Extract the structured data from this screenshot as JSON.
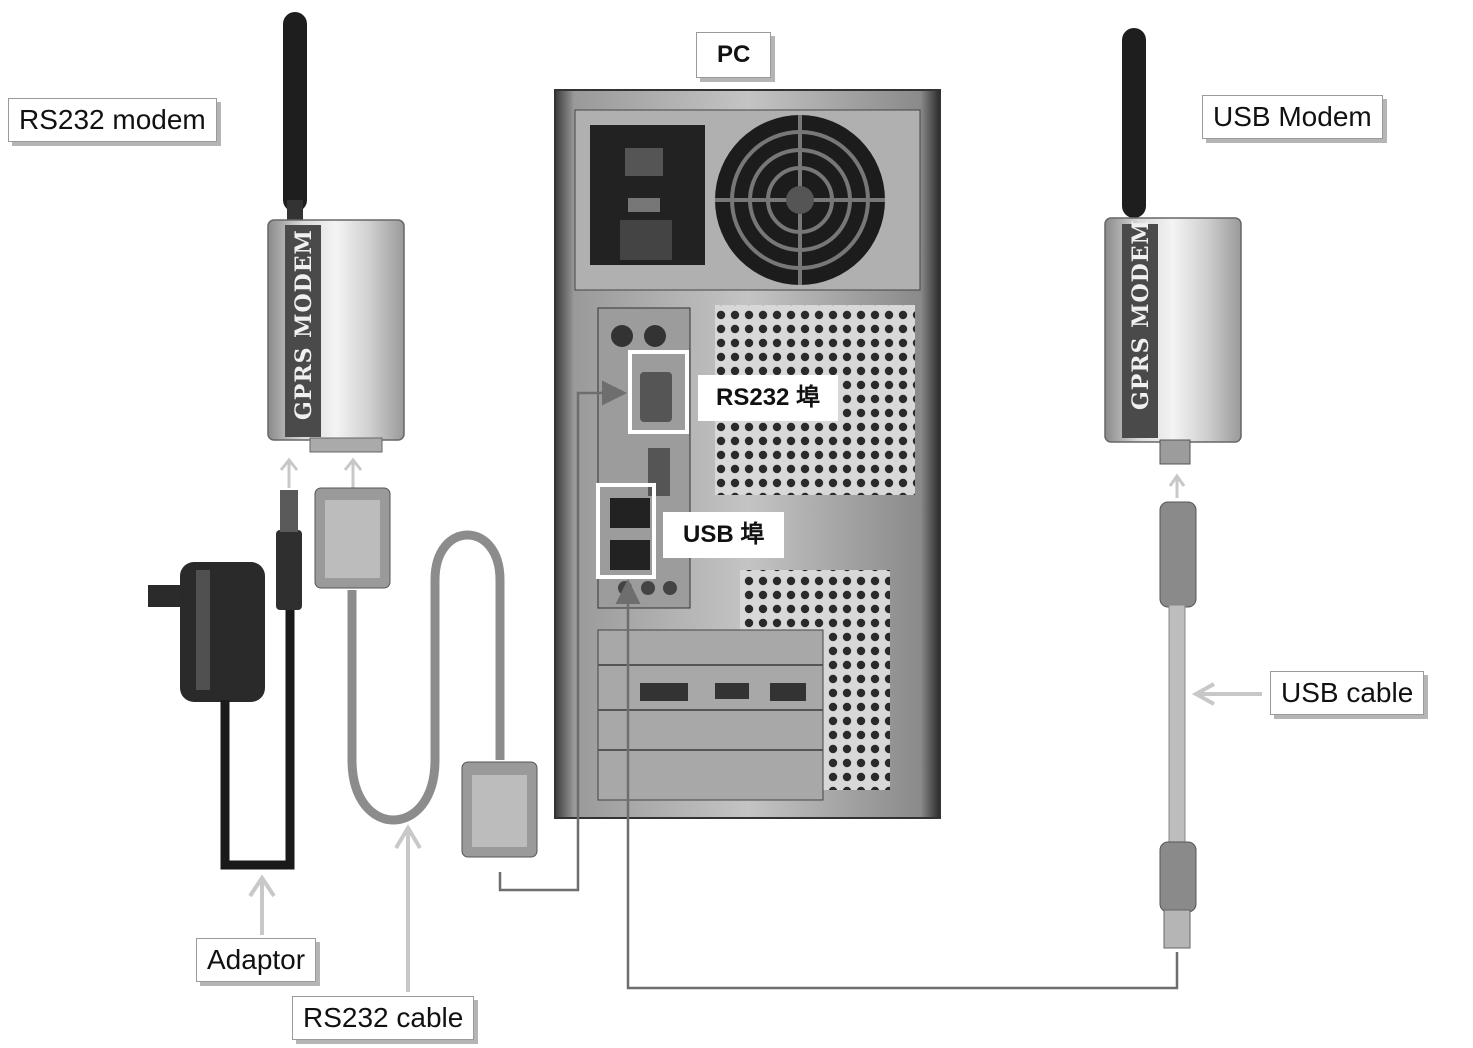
{
  "labels": {
    "pc": "PC",
    "rs232_modem": "RS232 modem",
    "usb_modem": "USB Modem",
    "rs232_port": "RS232 埠",
    "usb_port": "USB 埠",
    "usb_cable": "USB cable",
    "adaptor": "Adaptor",
    "rs232_cable": "RS232 cable"
  },
  "modem_branding": "GPRS MODEM",
  "colors": {
    "line": "#6e6e6e",
    "case_dark": "#2b2b2b",
    "highlight_box": "#ffffff",
    "modem_body": "#cfcfcf"
  },
  "icons": [
    "antenna-icon",
    "power-adaptor-icon",
    "db9-connector-icon",
    "usb-connector-icon",
    "fan-icon"
  ]
}
